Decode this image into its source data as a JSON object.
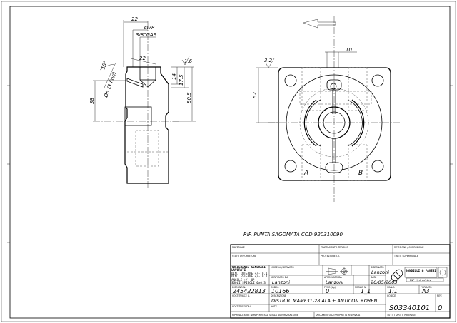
{
  "caption": "RIF. PUNTA SAGOMATA COD.920310090",
  "section_view": {
    "dims": {
      "d22_top": "22",
      "dia28": "Ø28",
      "thread": "3/8\"GAS",
      "d22_angled": "22",
      "angle": "15°",
      "hole": "Ø6 (3 Fori)",
      "d38": "38",
      "d14": "14",
      "d17_5": "17.5",
      "d50_5": "50.5",
      "roughness": "1.6"
    }
  },
  "front_view": {
    "dims": {
      "d10": "10",
      "d52": "52",
      "roughness": "3.2"
    },
    "ports": {
      "a": "A",
      "b": "B"
    }
  },
  "title_block": {
    "material_label": "MATERIALE",
    "heat_treatment_label": "TRATTAMENTO TERMICO",
    "revision_label": "REVISIONE / CORREZIONE",
    "supply_state_label": "STATO DI FORNITURA",
    "protection_label": "PROTEZIONE T.T.",
    "surface_treatment_label": "TRATT. SUPERFICIALE",
    "tolerances": {
      "title": "TOLLERANZE GENERALI LAVORATI",
      "lines": [
        "DIM. INTERNE +/- 0.1",
        "DIM. ESTERNE +/- 0.1",
        "ANGOLI +/- 0°",
        "SGOLI SPIGOLI 0x0.3"
      ]
    },
    "model_label": "MODELLO/DERIVATO",
    "drawn_label": "DISEGNATO",
    "drawn_by": "Lanzoni",
    "checked_label": "VERIFICATO DA",
    "checked_by": "Lanzoni",
    "approved_label": "APPROVATO DA",
    "approved_by": "Lanzoni",
    "date_label": "DATA",
    "date": "26/05/2003",
    "logo_text": "BONDIOLI & PAVESI",
    "logo_sub": "B&P Hydraulics",
    "drawing_no_label": "DISEGNO N.",
    "drawing_no": "245422813",
    "cod_label": "COD N.",
    "cod": "10166",
    "weight_label": "PESO (kg)",
    "weight": "0",
    "sheet_label": "FOGLIO N.",
    "sheet": "1_1",
    "scale_label": "SCALA",
    "scale": "1:1",
    "format_label": "FORMATO",
    "format": "A3",
    "replaces_label": "SOSTITUISCE IL",
    "description_label": "DESCRIZIONE",
    "description": "DISTRIB. MAMF31-28 ALA + ANTICON.+OREN.",
    "code_label": "CODICE",
    "code": "S03340101",
    "rev_label": "REV.",
    "rev": "0",
    "replaced_by_label": "SOSTITUITO DAL",
    "notes_label": "NOTE",
    "footer": [
      "RIPRODUZIONE NON PERMESSA SENZA AUTORIZZAZIONE",
      "DOCUMENTO DI PROPRIETA RISERVATA",
      "TUTTI I DIRITTI RISERVATI"
    ]
  },
  "colors": {
    "ink": "#000000",
    "paper": "#ffffff"
  }
}
